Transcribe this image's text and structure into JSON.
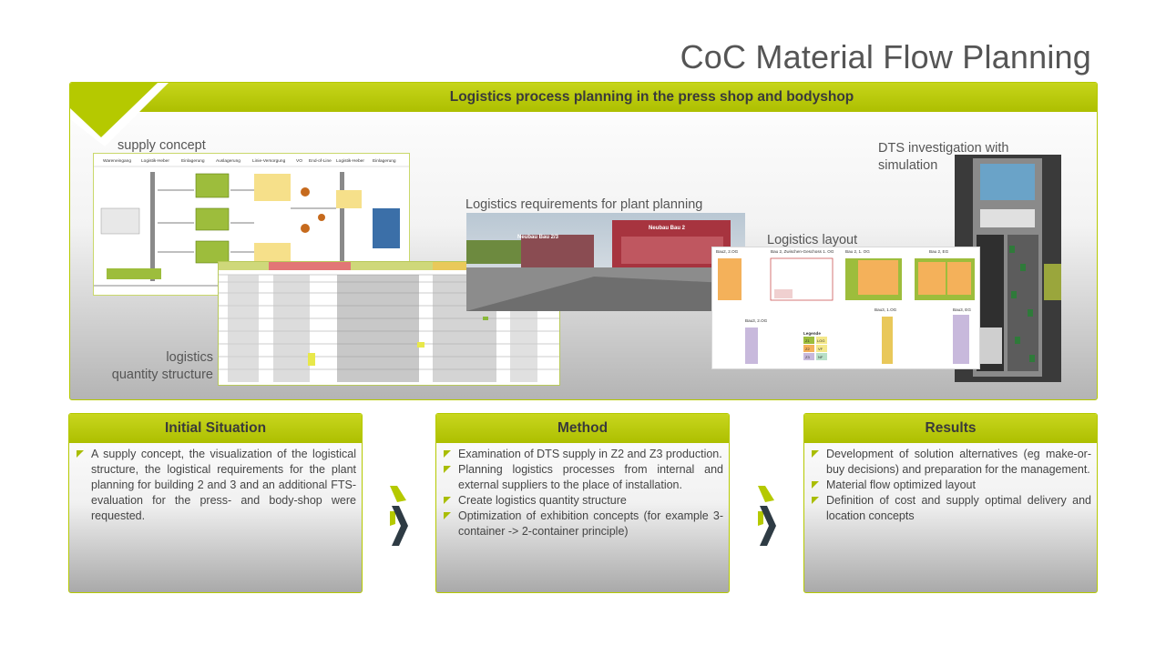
{
  "page": {
    "title": "CoC Material Flow Planning"
  },
  "top_panel": {
    "header": "Logistics process planning in the press shop and bodyshop",
    "labels": {
      "supply_concept": "supply concept",
      "quantity_structure_line1": "logistics",
      "quantity_structure_line2": "quantity structure",
      "plant_requirements": "Logistics requirements for plant planning",
      "layout": "Logistics layout",
      "dts_line1": "DTS investigation with",
      "dts_line2": "simulation"
    },
    "supply_diagram": {
      "columns": [
        "Wareneingang",
        "Logistik-Heber",
        "Einlagerung",
        "Auslagerung",
        "Linie-Versorgung",
        "VO",
        "End-of-Line",
        "Logistik-Heber",
        "Einlagerung"
      ]
    },
    "plant_photo": {
      "sign_left": "Neubau Bau 2/3",
      "sign_right": "Neubau Bau 2"
    },
    "layout_plan": {
      "sections": [
        "Bau2, 2.OG",
        "Bau 2, Zwischen-Geschoss 1. OG",
        "Bau 2, 1. OG",
        "Bau 2, EG"
      ],
      "bottom_sections": [
        "Bau3, 2.OG",
        "Bau3, 1.OG",
        "Bau3, EG"
      ],
      "legend_title": "Legende",
      "legend": [
        "Z1",
        "LOG",
        "Z2",
        "VF",
        "Z3",
        "NF"
      ]
    },
    "colors": {
      "accent": "#b5c900",
      "text": "#4a4a4a"
    }
  },
  "boxes": {
    "initial": {
      "title": "Initial Situation",
      "items": [
        "A supply concept, the visualization of the logistical structure, the logistical requirements for the plant planning for building 2 and 3 and an additional FTS-evaluation for the press- and body-shop were requested."
      ]
    },
    "method": {
      "title": "Method",
      "items": [
        "Examination of DTS supply in Z2 and Z3 production.",
        "Planning logistics processes from internal and external suppliers to the place of installation.",
        "Create logistics quantity structure",
        "Optimization of exhibition concepts (for example 3-container -> 2-container principle)"
      ]
    },
    "results": {
      "title": "Results",
      "items": [
        "Development of solution alternatives (eg make-or-buy decisions) and preparation for the management.",
        "Material flow optimized layout",
        "Definition of cost and supply optimal delivery and location concepts"
      ]
    }
  },
  "icons": {
    "separator": "chevron-right-icon"
  }
}
